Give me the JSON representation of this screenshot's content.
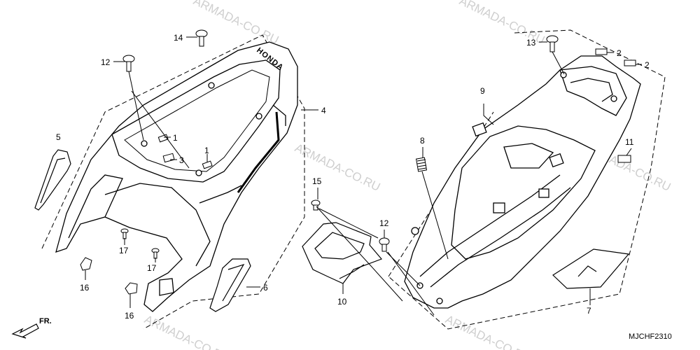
{
  "diagram": {
    "watermark": "ARMADA-CO.RU",
    "drawing_code": "MJCHF2310",
    "direction_marker": "FR.",
    "brand_logo": "HONDA",
    "callouts": [
      {
        "id": "c14",
        "label": "14"
      },
      {
        "id": "c12a",
        "label": "12"
      },
      {
        "id": "c4",
        "label": "4"
      },
      {
        "id": "c5",
        "label": "5"
      },
      {
        "id": "c1a",
        "label": "1"
      },
      {
        "id": "c3",
        "label": "3"
      },
      {
        "id": "c1b",
        "label": "1"
      },
      {
        "id": "c17a",
        "label": "17"
      },
      {
        "id": "c17b",
        "label": "17"
      },
      {
        "id": "c16a",
        "label": "16"
      },
      {
        "id": "c16b",
        "label": "16"
      },
      {
        "id": "c6",
        "label": "6"
      },
      {
        "id": "c13",
        "label": "13"
      },
      {
        "id": "c2a",
        "label": "2"
      },
      {
        "id": "c2b",
        "label": "2"
      },
      {
        "id": "c9",
        "label": "9"
      },
      {
        "id": "c8",
        "label": "8"
      },
      {
        "id": "c11",
        "label": "11"
      },
      {
        "id": "c15",
        "label": "15"
      },
      {
        "id": "c12b",
        "label": "12"
      },
      {
        "id": "c10",
        "label": "10"
      },
      {
        "id": "c7",
        "label": "7"
      }
    ]
  }
}
